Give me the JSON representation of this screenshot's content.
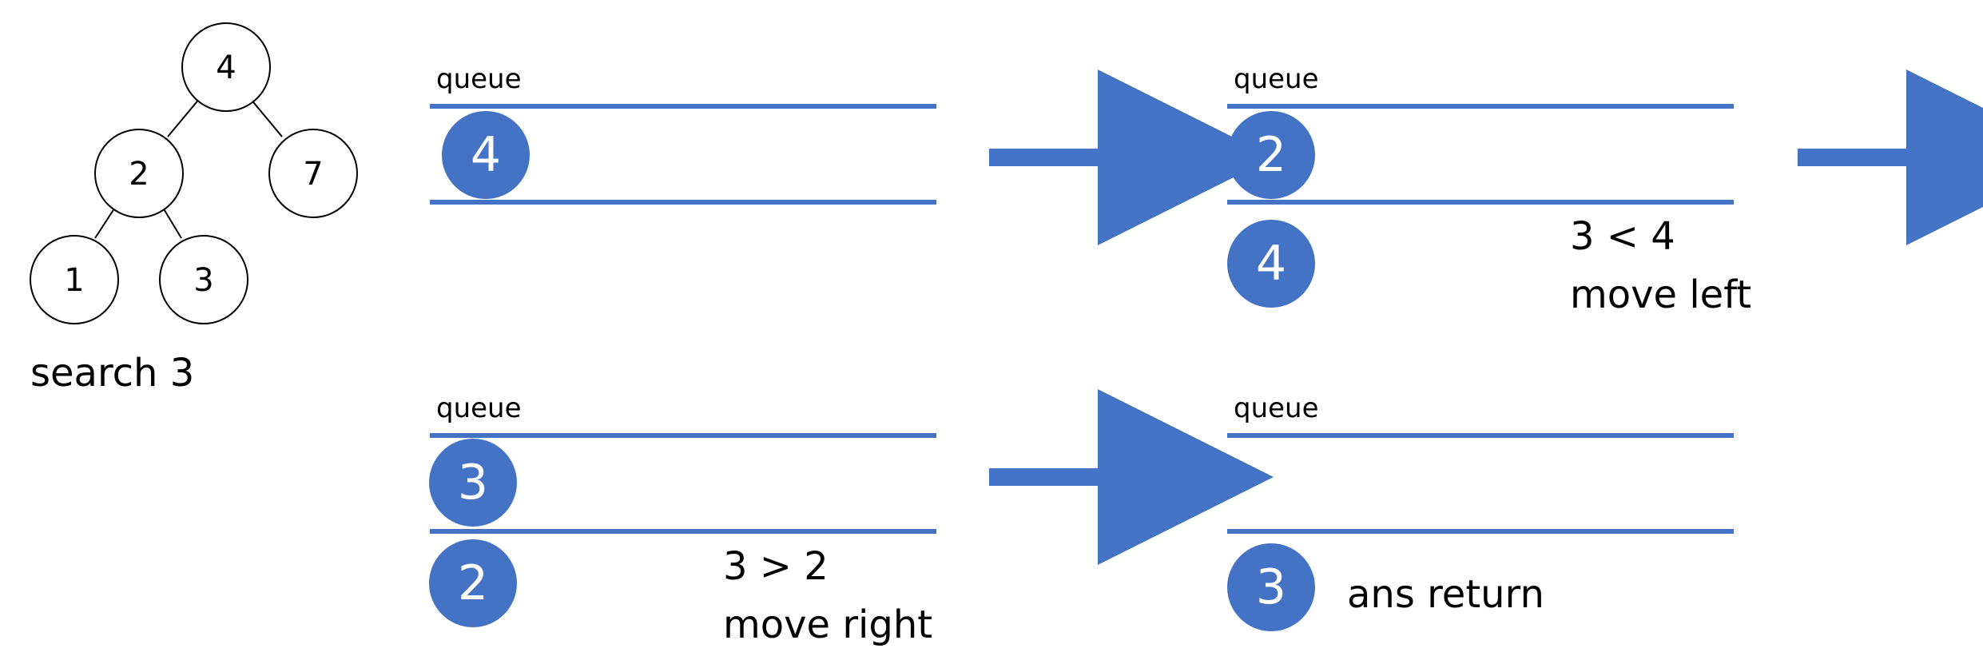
{
  "tree": {
    "nodes": [
      {
        "id": "n4",
        "value": "4"
      },
      {
        "id": "n2",
        "value": "2"
      },
      {
        "id": "n7",
        "value": "7"
      },
      {
        "id": "n1",
        "value": "1"
      },
      {
        "id": "n3",
        "value": "3"
      }
    ],
    "edges": [
      [
        "n4",
        "n2"
      ],
      [
        "n4",
        "n7"
      ],
      [
        "n2",
        "n1"
      ],
      [
        "n2",
        "n3"
      ]
    ],
    "caption": "search 3"
  },
  "panels": [
    {
      "label": "queue",
      "in_queue": "4",
      "below": "",
      "note": []
    },
    {
      "label": "queue",
      "in_queue": "2",
      "below": "4",
      "note": [
        "3 < 4",
        "move left"
      ]
    },
    {
      "label": "queue",
      "in_queue": "3",
      "below": "2",
      "note": [
        "3 > 2",
        "move right"
      ]
    },
    {
      "label": "queue",
      "in_queue": "",
      "below": "3",
      "note": [
        "ans return"
      ]
    }
  ],
  "colors": {
    "accent": "#4472C4",
    "node_fill": "#4472C4",
    "node_text": "#FFFFFF",
    "tree_stroke": "#000000",
    "text": "#000000"
  }
}
